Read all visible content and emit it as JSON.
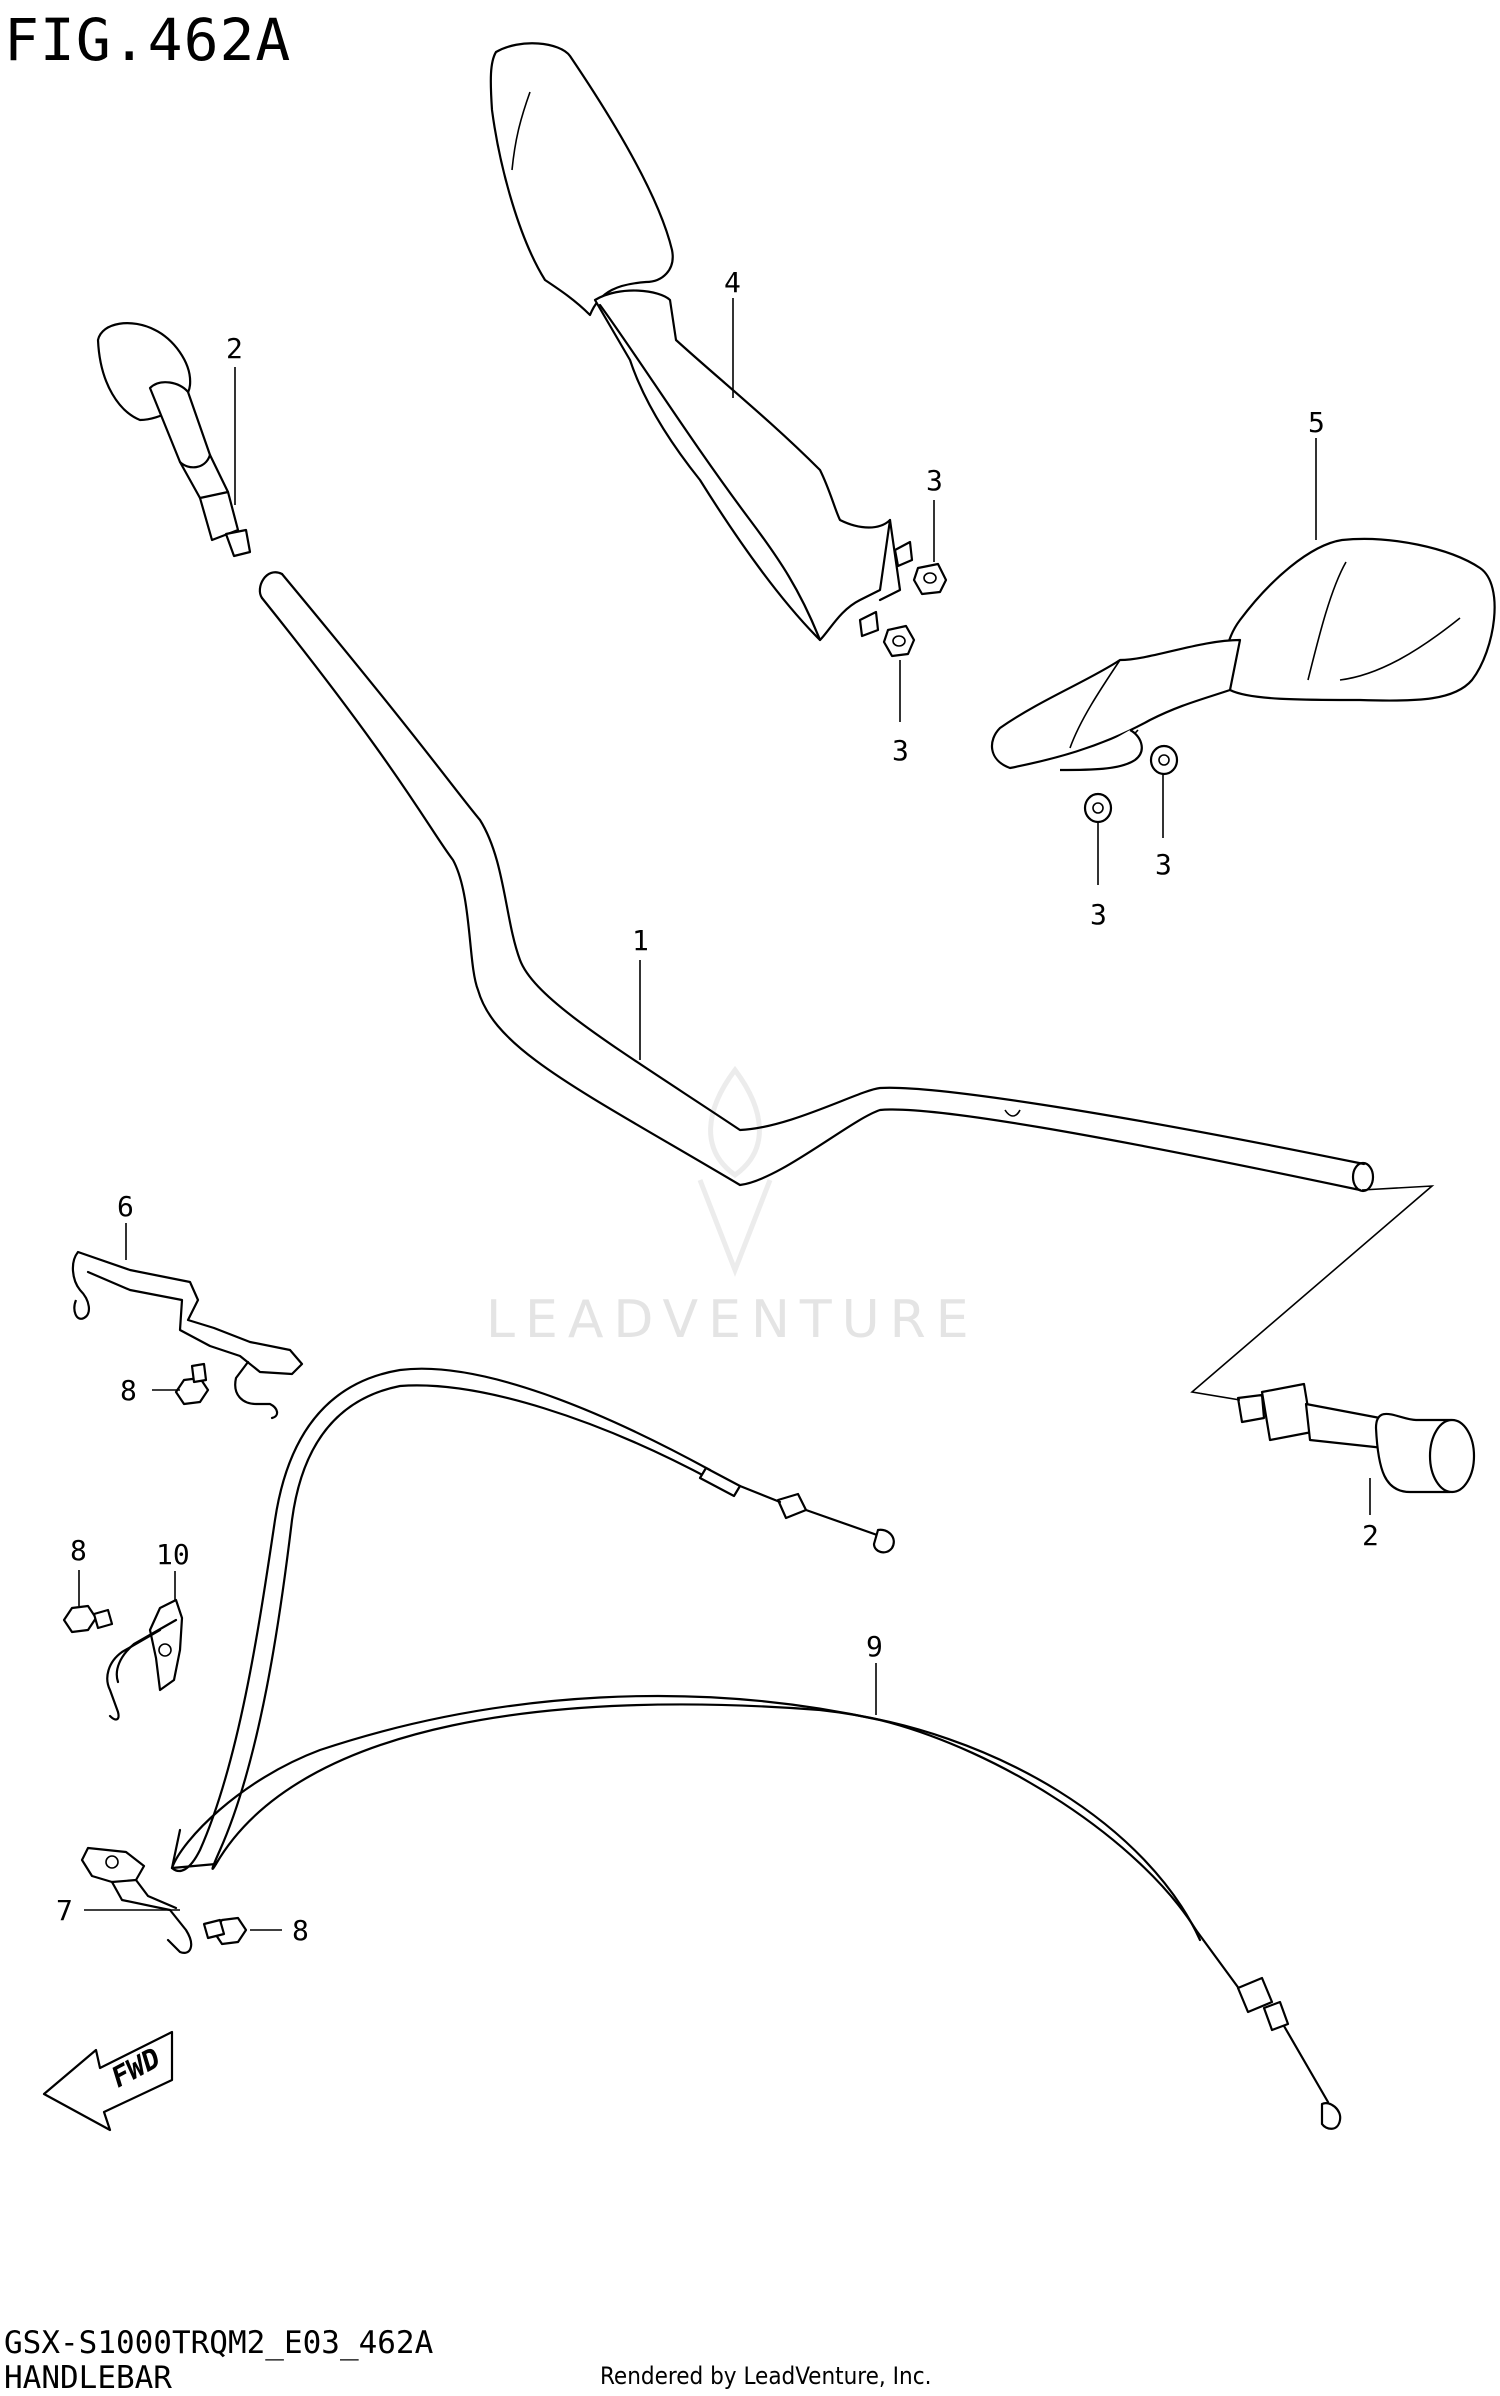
{
  "figure": {
    "title": "FIG.462A",
    "model_code": "GSX-S1000TRQM2_E03_462A",
    "section": "HANDLEBAR",
    "credit": "Rendered by LeadVenture, Inc.",
    "watermark": "LEADVENTURE",
    "direction_label": "FWD"
  },
  "callouts": {
    "c1": "1",
    "c2a": "2",
    "c2b": "2",
    "c3a": "3",
    "c3b": "3",
    "c3c": "3",
    "c3d": "3",
    "c4": "4",
    "c5": "5",
    "c6": "6",
    "c7": "7",
    "c8a": "8",
    "c8b": "8",
    "c8c": "8",
    "c9": "9",
    "c10": "10"
  }
}
